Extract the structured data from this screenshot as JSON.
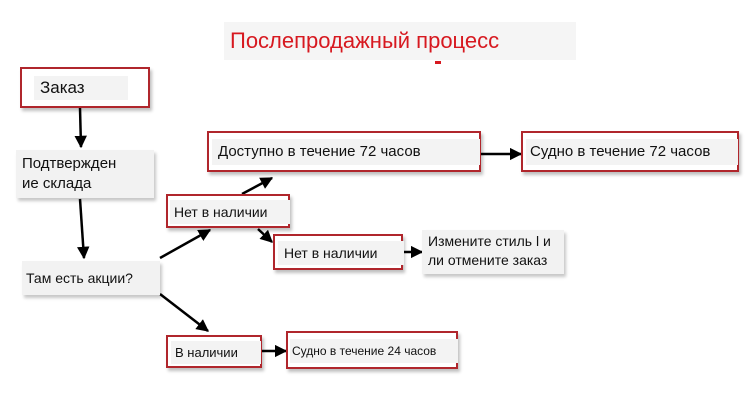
{
  "title": "Послепродажный процесс",
  "nodes": {
    "order": "Заказ",
    "warehouse_confirm_line1": "Подтвержден",
    "warehouse_confirm_line2": "ие склада",
    "promo_check": "Там есть акции?",
    "out_of_stock_1": "Нет в наличии",
    "available_72": "Доступно в течение 72 часов",
    "ship_72": "Судно в течение 72 часов",
    "out_of_stock_2": "Нет в наличии",
    "change_style_line1": "Измените стиль l и",
    "change_style_line2": "ли отмените заказ",
    "in_stock": "В наличии",
    "ship_24": "Судно в течение 24 часов"
  },
  "colors": {
    "title": "#d71920",
    "border": "#b0262c",
    "arrow": "#000000"
  }
}
